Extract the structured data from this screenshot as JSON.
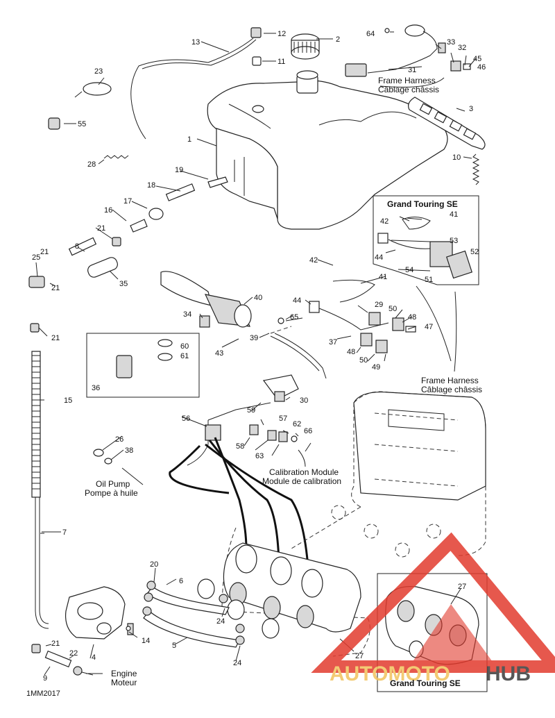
{
  "callouts": [
    "1",
    "2",
    "3",
    "4",
    "5",
    "6",
    "7",
    "8",
    "9",
    "10",
    "11",
    "12",
    "13",
    "14",
    "15",
    "16",
    "17",
    "18",
    "19",
    "20",
    "21",
    "21",
    "21",
    "21",
    "21",
    "22",
    "23",
    "24",
    "24",
    "25",
    "26",
    "27",
    "27",
    "28",
    "29",
    "30",
    "31",
    "32",
    "33",
    "34",
    "35",
    "36",
    "37",
    "38",
    "39",
    "40",
    "41",
    "41",
    "42",
    "42",
    "43",
    "44",
    "44",
    "45",
    "46",
    "47",
    "48",
    "48",
    "49",
    "50",
    "50",
    "51",
    "52",
    "53",
    "54",
    "55",
    "56",
    "57",
    "58",
    "59",
    "60",
    "61",
    "62",
    "63",
    "64",
    "65",
    "66"
  ],
  "captions": {
    "frame_harness_top_en": "Frame Harness",
    "frame_harness_top_fr": "Câblage châssis",
    "frame_harness_mid_en": "Frame Harness",
    "frame_harness_mid_fr": "Câblage châssis",
    "calibration_en": "Calibration Module",
    "calibration_fr": "Module de calibration",
    "oil_pump_en": "Oil Pump",
    "oil_pump_fr": "Pompe à huile",
    "engine_en": "Engine",
    "engine_fr": "Moteur",
    "grand_touring_top": "Grand Touring SE",
    "grand_touring_bottom": "Grand Touring SE",
    "drawing_code": "1MM2017"
  },
  "watermark": {
    "text_left": "AUTOMOTO",
    "text_right": "HUB",
    "color_text": "#f2c25c",
    "color_triangle": "#e23b2e",
    "color_hub": "#3a3a3a"
  }
}
